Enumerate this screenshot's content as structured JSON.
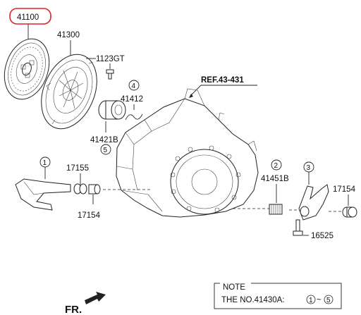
{
  "parts": {
    "highlighted": "41100",
    "p41300": "41300",
    "p1123GT": "1123GT",
    "p41412": "41412",
    "p41421B": "41421B",
    "p17155": "17155",
    "p17154_left": "17154",
    "p41451B": "41451B",
    "p17154_right": "17154",
    "p16525": "16525"
  },
  "callouts": {
    "c1": "1",
    "c2": "2",
    "c3": "3",
    "c4": "4",
    "c5": "5"
  },
  "reference": "REF.43-431",
  "front_marker": "FR.",
  "note": {
    "heading": "NOTE",
    "text": "THE NO.41430A:",
    "range_start": "1",
    "range_sep": "~",
    "range_end": "5"
  },
  "colors": {
    "highlight": "#e0222a",
    "line": "#222222"
  }
}
